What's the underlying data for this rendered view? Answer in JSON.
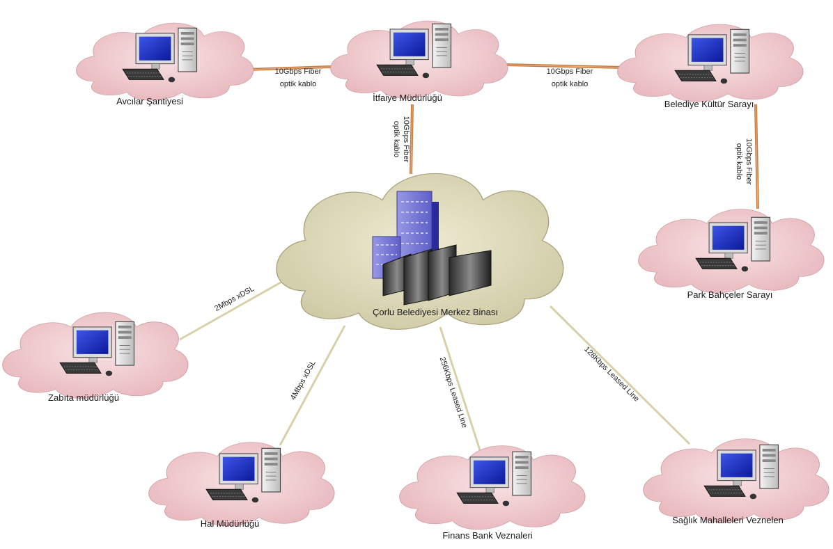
{
  "diagram": {
    "center": {
      "label": "Çorlu Belediyesi Merkez Binası"
    },
    "nodes": [
      {
        "id": "itfaiye",
        "label": "İtfaiye Müdürlüğü"
      },
      {
        "id": "avcilar",
        "label": "Avcılar Şantiyesi"
      },
      {
        "id": "kultur",
        "label": "Belediye Kültür Sarayı"
      },
      {
        "id": "park",
        "label": "Park Bahçeler Sarayı"
      },
      {
        "id": "zabita",
        "label": "Zabıta müdürlüğü"
      },
      {
        "id": "hal",
        "label": "Hal Müdürlüğü"
      },
      {
        "id": "banka",
        "label": "Finans Bank Veznaleri"
      },
      {
        "id": "saglik",
        "label": "Sağlık Mahalleleri Veznelen"
      }
    ],
    "links": [
      {
        "id": "avcilar-itfaiye",
        "line1": "10Gbps Fiber",
        "line2": "optik kablo",
        "color": "#c87a3c"
      },
      {
        "id": "itfaiye-kultur",
        "line1": "10Gbps Fiber",
        "line2": "optik kablo",
        "color": "#c87a3c"
      },
      {
        "id": "itfaiye-center",
        "line1": "10Gbps Fiber",
        "line2": "optik kablo",
        "color": "#c87a3c"
      },
      {
        "id": "kultur-park",
        "line1": "10Gbps Fiber",
        "line2": "optik kablo",
        "color": "#c87a3c"
      },
      {
        "id": "center-zabita",
        "line1": "2Mbps xDSL",
        "color": "#d8d0a8"
      },
      {
        "id": "center-hal",
        "line1": "4Mbps xDSL",
        "color": "#d8d0a8"
      },
      {
        "id": "center-banka",
        "line1": "256Kbps Leased Line",
        "color": "#d8d0a8"
      },
      {
        "id": "center-saglik",
        "line1": "128Kbps Leased Line",
        "color": "#d8d0a8"
      }
    ],
    "colors": {
      "pink_cloud": "#f3d0d3",
      "center_cloud": "#e5e2c5",
      "fiber": "#c87a3c",
      "copper": "#d8d0a8",
      "monitor_screen": "#1a2ec0",
      "building": "#7a7ad8"
    }
  }
}
